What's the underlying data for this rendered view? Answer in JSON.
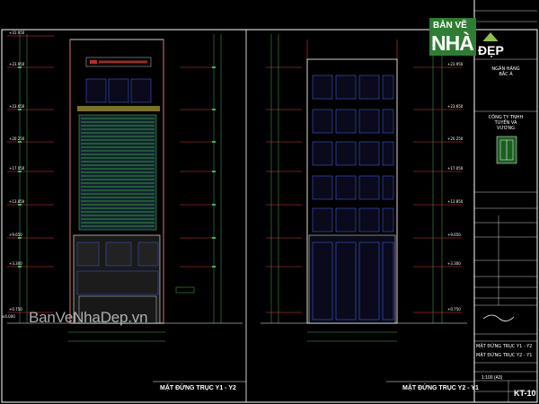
{
  "drawing": {
    "left_elevation_title": "MẶT ĐỨNG TRỤC Y1 - Y2",
    "right_elevation_title": "MẶT ĐỨNG TRỤC Y2 - Y1",
    "watermark": "BanVeNhaDep.vn",
    "sheet_number": "KT-10",
    "scale": "1:100 (A3)",
    "logo": {
      "top": "BẢN VẼ",
      "main": "NHÀ",
      "sub": "ĐẸP"
    },
    "left_levels": [
      "+31.950",
      "+23.950",
      "+23.650",
      "+20.250",
      "+17.050",
      "+13.850",
      "+9.650",
      "+3.300",
      "+0.750",
      "±0.000"
    ],
    "right_levels": [
      "+23.950",
      "+23.650",
      "+20.250",
      "+17.050",
      "+13.850",
      "+9.650",
      "+3.300",
      "+0.750"
    ],
    "title_block": {
      "project": "NGÂN HÀNG BẮC Á",
      "company": "CÔNG TY TNHH TUYỂN VÀ VƯƠNG",
      "sheet_name_1": "MẶT ĐỨNG TRỤC Y1 - Y2",
      "sheet_name_2": "MẶT ĐỨNG TRỤC Y2 - Y1"
    },
    "colors": {
      "cad_green": "#4caf50",
      "cad_red": "#e53935",
      "cad_white": "#ffffff",
      "cad_blue": "#4a6cff",
      "cad_yellow": "#e0d040"
    }
  }
}
